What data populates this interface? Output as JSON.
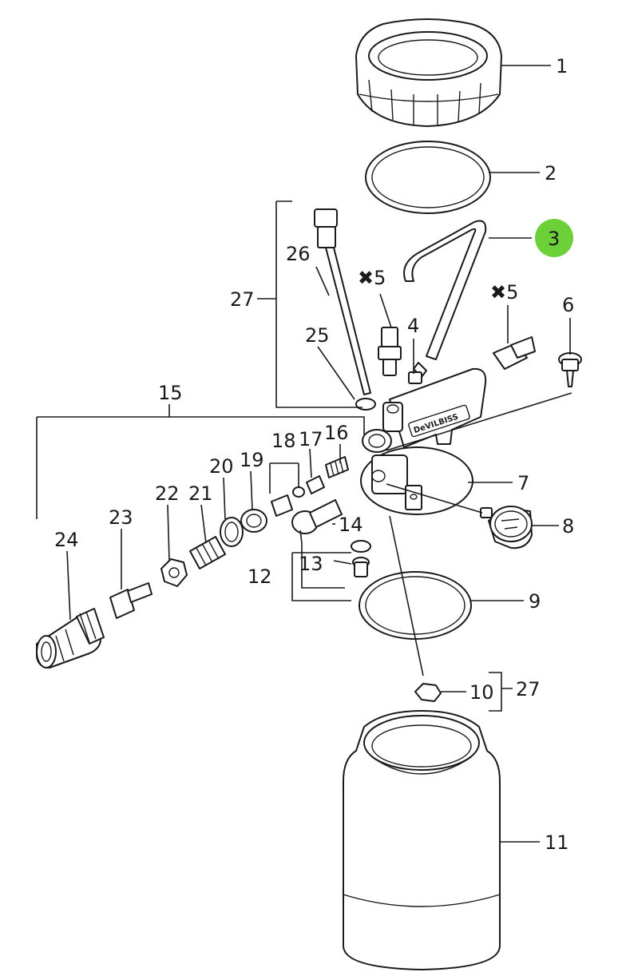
{
  "diagram": {
    "highlight_color": "#6cd038",
    "highlighted_callout": "3",
    "brand_mark": "DeVILBISS",
    "callouts": {
      "c1": "1",
      "c2": "2",
      "c3": "3",
      "c4": "4",
      "c5a": "✖5",
      "c5b": "✖5",
      "c6": "6",
      "c7": "7",
      "c8": "8",
      "c9": "9",
      "c10": "10",
      "c11": "11",
      "c12": "12",
      "c13": "13",
      "c14": "14",
      "c15": "15",
      "c16": "16",
      "c17": "17",
      "c18": "18",
      "c19": "19",
      "c20": "20",
      "c21": "21",
      "c22": "22",
      "c23": "23",
      "c24": "24",
      "c25": "25",
      "c26": "26",
      "c27a": "27",
      "c27b": "27"
    }
  }
}
